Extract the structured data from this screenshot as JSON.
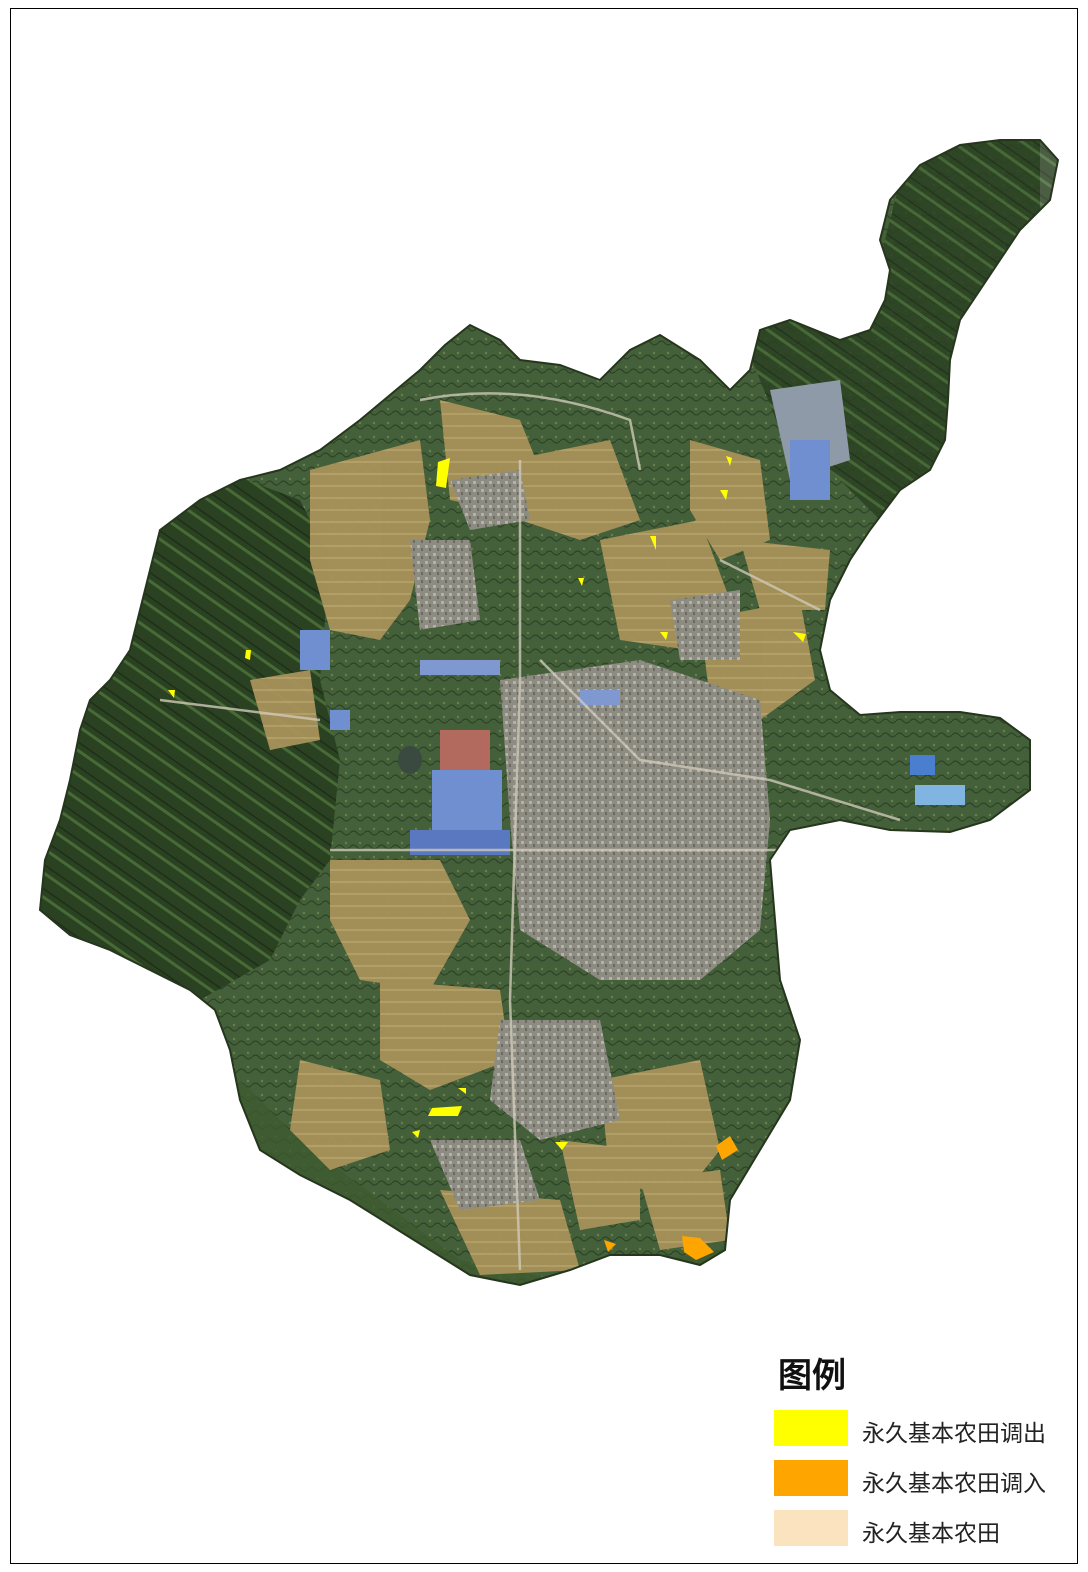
{
  "legend": {
    "title": "图例",
    "items": [
      {
        "label": "永久基本农田调出",
        "color": "#ffff00"
      },
      {
        "label": "永久基本农田调入",
        "color": "#ffa500"
      },
      {
        "label": "永久基本农田",
        "color": "#fbe3bf"
      }
    ]
  },
  "colors": {
    "mountain_dark": "#2f4a24",
    "mountain_mid": "#4f6a3a",
    "farmland": "#a8965a",
    "urban": "#9a9a94",
    "industrial_blue": "#6f8fd0",
    "industrial_red": "#b26a5e"
  }
}
